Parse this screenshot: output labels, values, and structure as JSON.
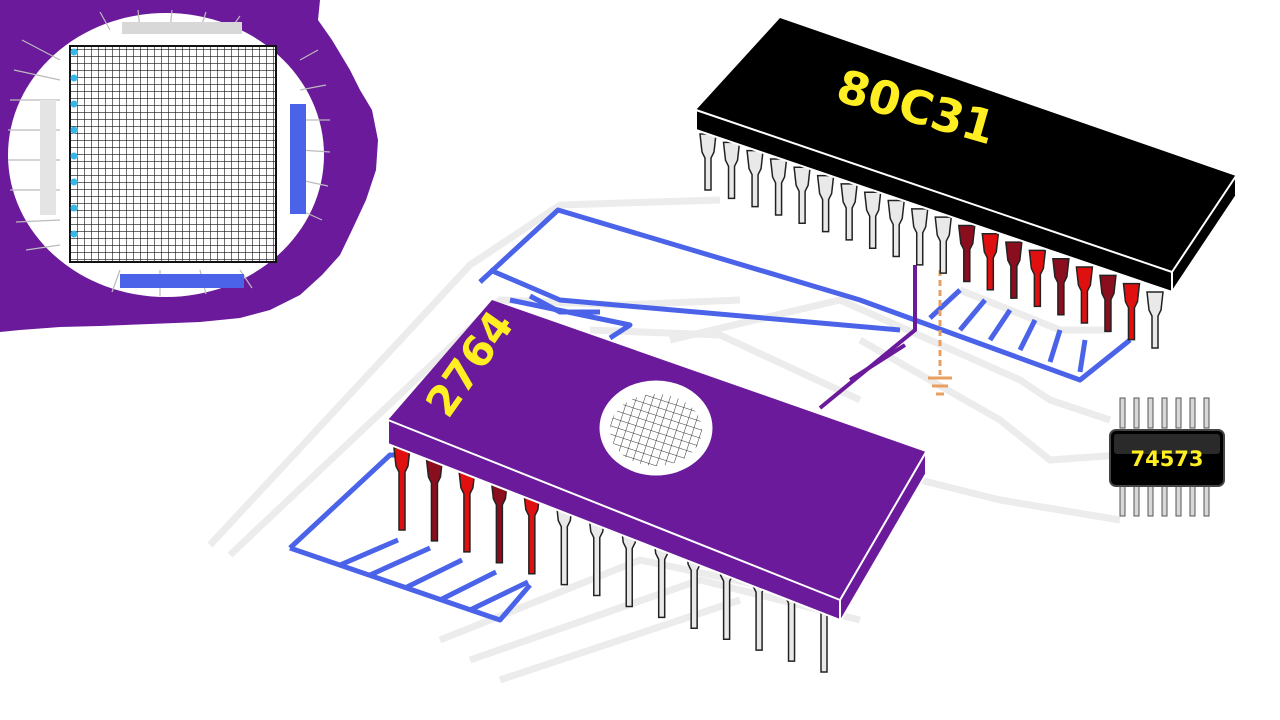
{
  "diagram": {
    "cpu": {
      "label": "80C31",
      "body_color": "#000000",
      "label_color": "#ffee22"
    },
    "eprom": {
      "label": "2764",
      "body_color": "#6a1a9a",
      "label_color": "#ffee22"
    },
    "latch": {
      "label": "74573",
      "body_color": "#000000",
      "label_color": "#ffee22"
    },
    "inset": {
      "background_color": "#6a1a9a"
    },
    "colors": {
      "address_bus": "#4a63e8",
      "data_pin": "#e01010",
      "data_pin_dark": "#8a0e1e",
      "inactive_trace": "#ececec",
      "signal_trace": "#6a1a9a",
      "ground": "#e8a060"
    }
  }
}
